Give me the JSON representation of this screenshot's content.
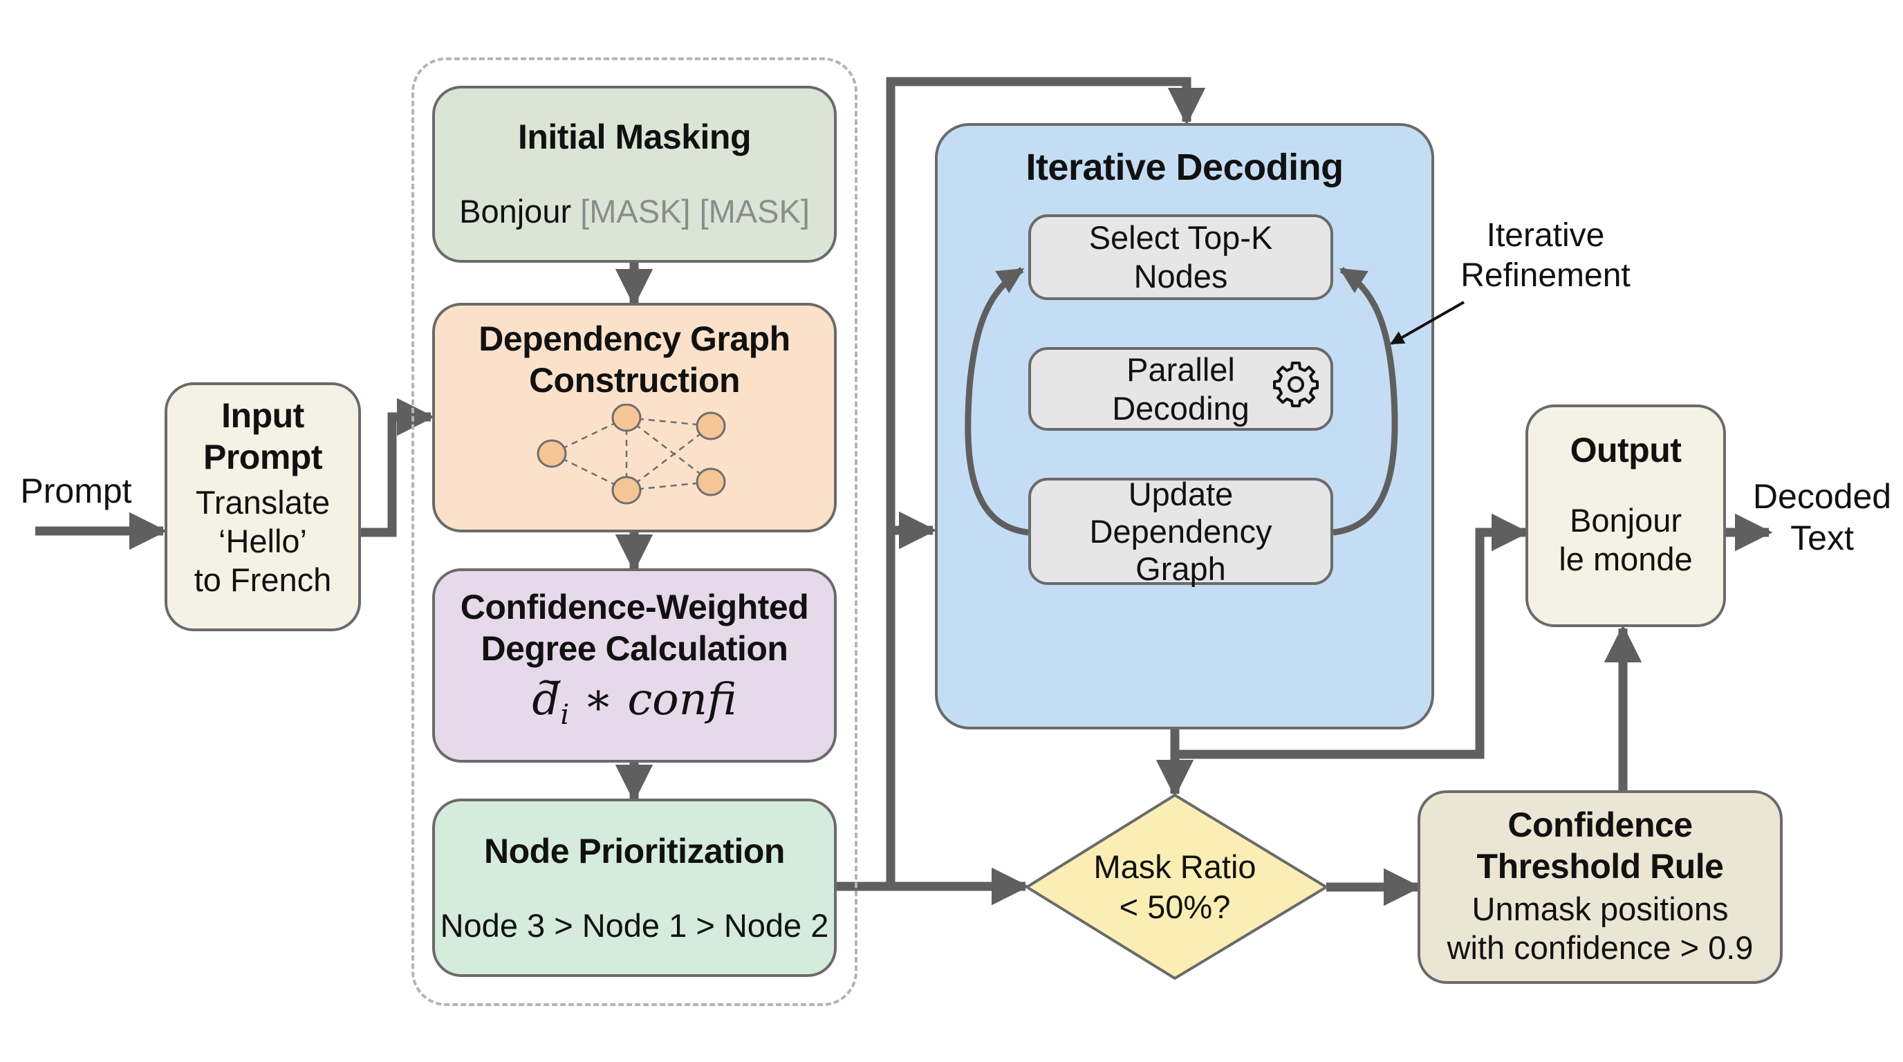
{
  "prompt_label": "Prompt",
  "input_box": {
    "title_line1": "Input",
    "title_line2": "Prompt",
    "text_line1": "Translate",
    "text_line2": "‘Hello’",
    "text_line3": "to French"
  },
  "pipeline": {
    "initial_masking": {
      "title": "Initial Masking",
      "word": "Bonjour",
      "mask1": "[MASK]",
      "mask2": "[MASK]"
    },
    "dependency_graph": {
      "title_line1": "Dependency Graph",
      "title_line2": "Construction"
    },
    "degree_calc": {
      "title_line1": "Confidence-Weighted",
      "title_line2": "Degree Calculation",
      "formula_base": "d",
      "formula_sub": "i",
      "formula_rest": " ∗ confi"
    },
    "node_prioritization": {
      "title": "Node Prioritization",
      "text": "Node 3 > Node 1 > Node 2"
    }
  },
  "iterative_decoding": {
    "title": "Iterative Decoding",
    "select": {
      "line1": "Select Top-K",
      "line2": "Nodes"
    },
    "parallel": {
      "line1": "Parallel",
      "line2": "Decoding",
      "icon": "gear-icon"
    },
    "update": {
      "line1": "Update",
      "line2": "Dependency",
      "line3": "Graph"
    },
    "annotation_line1": "Iterative",
    "annotation_line2": "Refinement"
  },
  "decision": {
    "line1": "Mask Ratio",
    "line2": "< 50%?"
  },
  "threshold": {
    "title_line1": "Confidence",
    "title_line2": "Threshold Rule",
    "text_line1": "Unmask positions",
    "text_line2": "with confidence > 0.9"
  },
  "output_box": {
    "title": "Output",
    "text_line1": "Bonjour",
    "text_line2": "le monde"
  },
  "decoded_label": {
    "line1": "Decoded",
    "line2": "Text"
  },
  "colors": {
    "input": "#f4f2e4",
    "masking": "#dbe5d6",
    "dependency": "#fbe1c9",
    "degree": "#e6d9ea",
    "prioritization": "#d5ecdc",
    "iterative": "#c5ddf4",
    "inner": "#e6e6e6",
    "decision": "#fbeeb5",
    "threshold": "#ebe5d3",
    "output": "#f4f2e4",
    "arrow": "#5f5f5f",
    "node": "#f5c596"
  }
}
